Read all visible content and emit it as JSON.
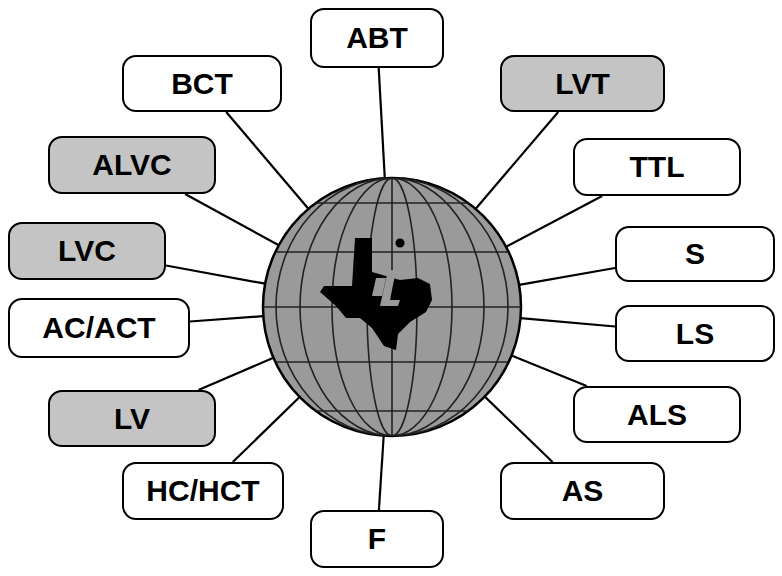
{
  "diagram": {
    "nodes": [
      {
        "text": [
          "ABT"
        ]
      },
      {
        "text": [
          "BCT"
        ]
      },
      {
        "text": [
          "LVT"
        ]
      },
      {
        "text": [
          "ALVC"
        ]
      },
      {
        "text": [
          "TTL"
        ]
      },
      {
        "text": [
          "LVC"
        ]
      },
      {
        "text": [
          "S"
        ]
      },
      {
        "text": [
          "AC/ACT"
        ]
      },
      {
        "text": [
          "LS"
        ]
      },
      {
        "text": [
          "LV"
        ]
      },
      {
        "text": [
          "ALS"
        ]
      },
      {
        "text": [
          "HC/HCT"
        ]
      },
      {
        "text": [
          "AS"
        ]
      },
      {
        "text": [
          "F"
        ]
      }
    ]
  }
}
